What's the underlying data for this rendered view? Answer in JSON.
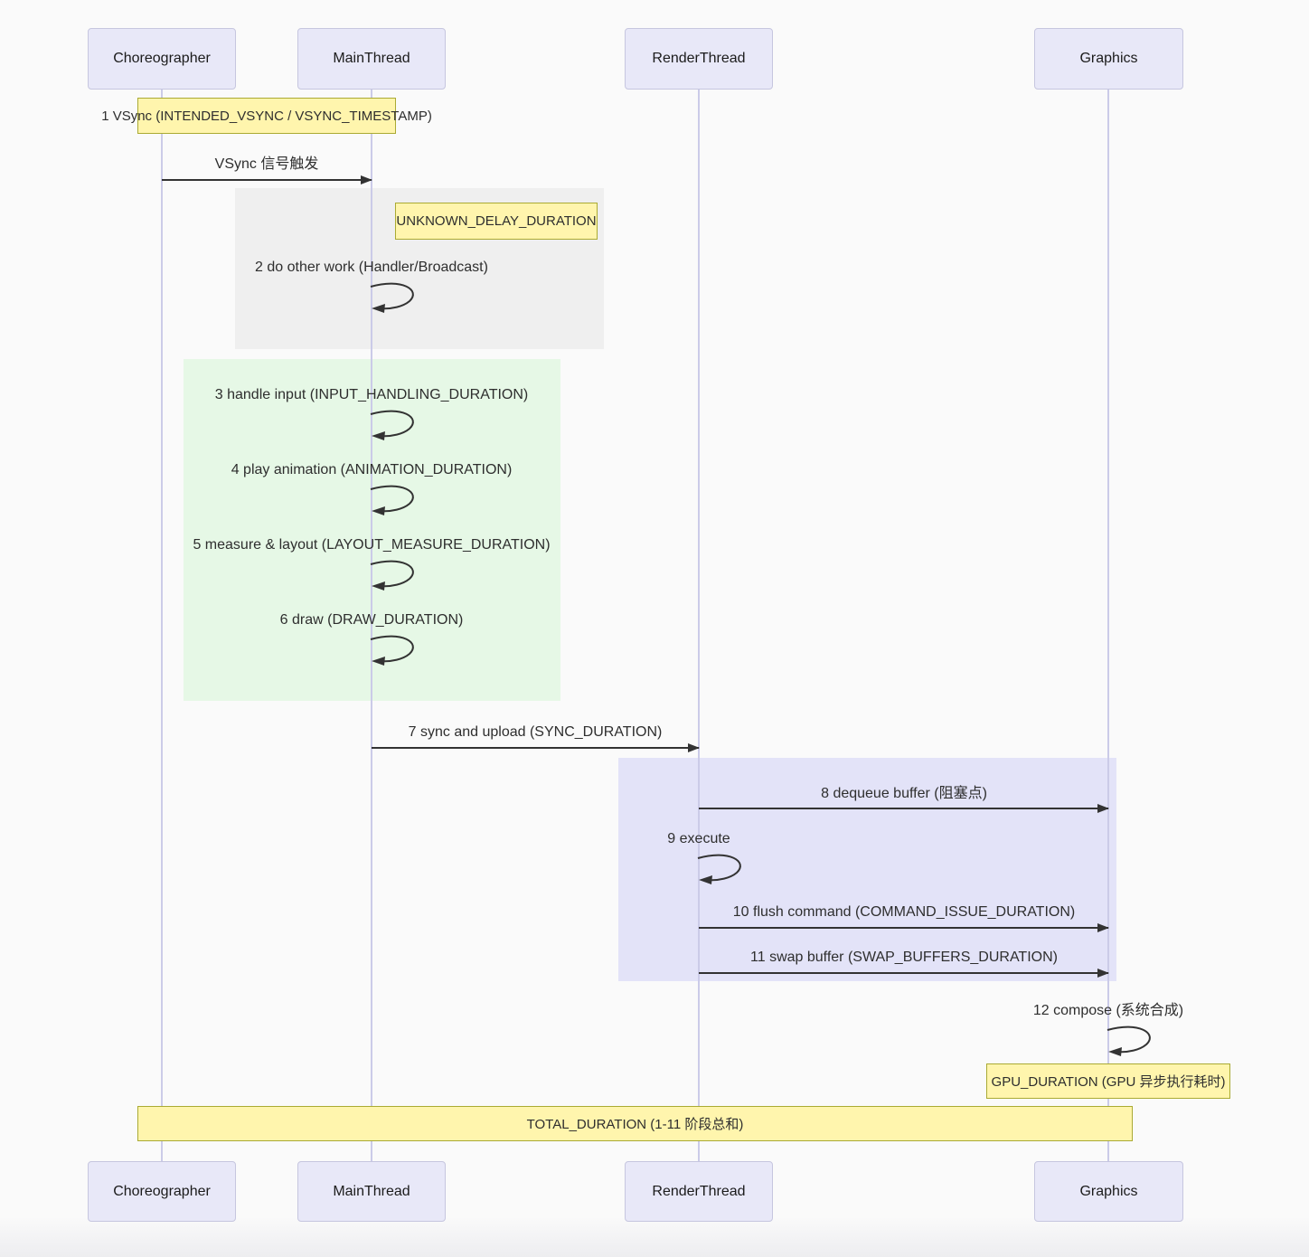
{
  "diagram": {
    "type": "sequence-diagram",
    "actors": [
      {
        "name": "Choreographer"
      },
      {
        "name": "MainThread"
      },
      {
        "name": "RenderThread"
      },
      {
        "name": "Graphics"
      }
    ],
    "notes": [
      {
        "id": "vsync",
        "text": "1 VSync (INTENDED_VSYNC / VSYNC_TIMESTAMP)"
      },
      {
        "id": "unknown_delay",
        "text": "UNKNOWN_DELAY_DURATION"
      },
      {
        "id": "gpu_duration",
        "text": "GPU_DURATION (GPU 异步执行耗时)"
      },
      {
        "id": "total_duration",
        "text": "TOTAL_DURATION (1-11 阶段总和)"
      }
    ],
    "messages": [
      {
        "label": "VSync 信号触发",
        "type": "arrow",
        "from": "Choreographer",
        "to": "MainThread"
      },
      {
        "label": "2 do other work (Handler/Broadcast)",
        "type": "self",
        "actor": "MainThread"
      },
      {
        "label": "3 handle input (INPUT_HANDLING_DURATION)",
        "type": "self",
        "actor": "MainThread"
      },
      {
        "label": "4 play animation (ANIMATION_DURATION)",
        "type": "self",
        "actor": "MainThread"
      },
      {
        "label": "5 measure & layout (LAYOUT_MEASURE_DURATION)",
        "type": "self",
        "actor": "MainThread"
      },
      {
        "label": "6 draw (DRAW_DURATION)",
        "type": "self",
        "actor": "MainThread"
      },
      {
        "label": "7 sync and upload (SYNC_DURATION)",
        "type": "arrow",
        "from": "MainThread",
        "to": "RenderThread"
      },
      {
        "label": "8 dequeue buffer (阻塞点)",
        "type": "arrow",
        "from": "RenderThread",
        "to": "Graphics"
      },
      {
        "label": "9 execute",
        "type": "self",
        "actor": "RenderThread"
      },
      {
        "label": "10 flush command (COMMAND_ISSUE_DURATION)",
        "type": "arrow",
        "from": "RenderThread",
        "to": "Graphics"
      },
      {
        "label": "11 swap buffer (SWAP_BUFFERS_DURATION)",
        "type": "arrow",
        "from": "RenderThread",
        "to": "Graphics"
      },
      {
        "label": "12 compose (系统合成)",
        "type": "self",
        "actor": "Graphics"
      }
    ],
    "colors": {
      "background": "#fafafa",
      "actor_fill": "#e8e8f8",
      "actor_border": "#c6c6df",
      "lifeline": "#cbcbe8",
      "note_fill": "#fff5ad",
      "note_border": "#aaaa33",
      "block_delay_grey": "#efefef",
      "block_ui_green": "#e6f8e6",
      "block_render_purple": "#e3e3f8",
      "arrow": "#333333"
    }
  }
}
